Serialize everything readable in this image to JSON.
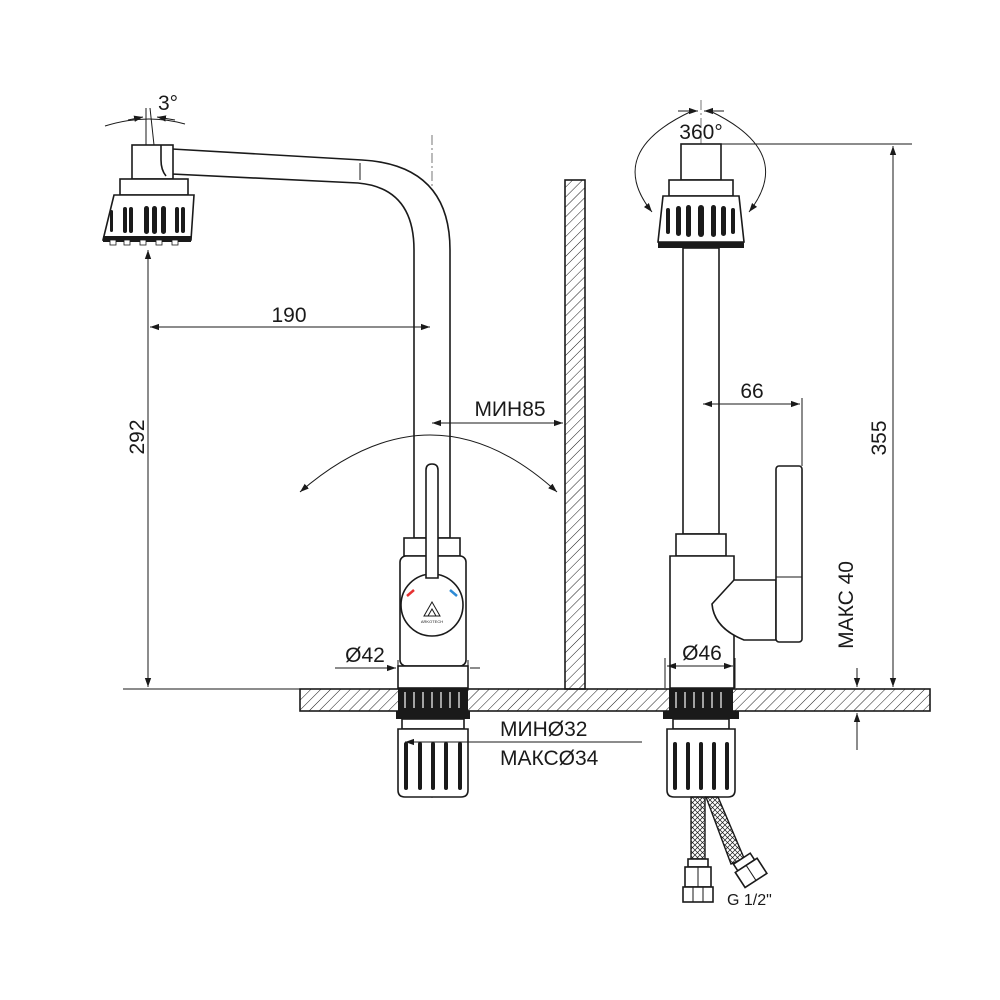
{
  "dimensions": {
    "tilt_angle": "3°",
    "rotation_angle": "360°",
    "spout_reach": "190",
    "height_to_aerator": "292",
    "wall_distance": "МИН85",
    "handle_reach": "66",
    "total_height": "355",
    "body_diameter_front": "Ø42",
    "body_diameter_side": "Ø46",
    "countertop_thickness": "МАКС 40",
    "hole_min": "МИНØ32",
    "hole_max": "МАКСØ34",
    "hose_thread": "G 1/2\""
  },
  "colors": {
    "line": "#1a1a1a",
    "hot_marker": "#e63232",
    "cold_marker": "#2e8bd6"
  }
}
